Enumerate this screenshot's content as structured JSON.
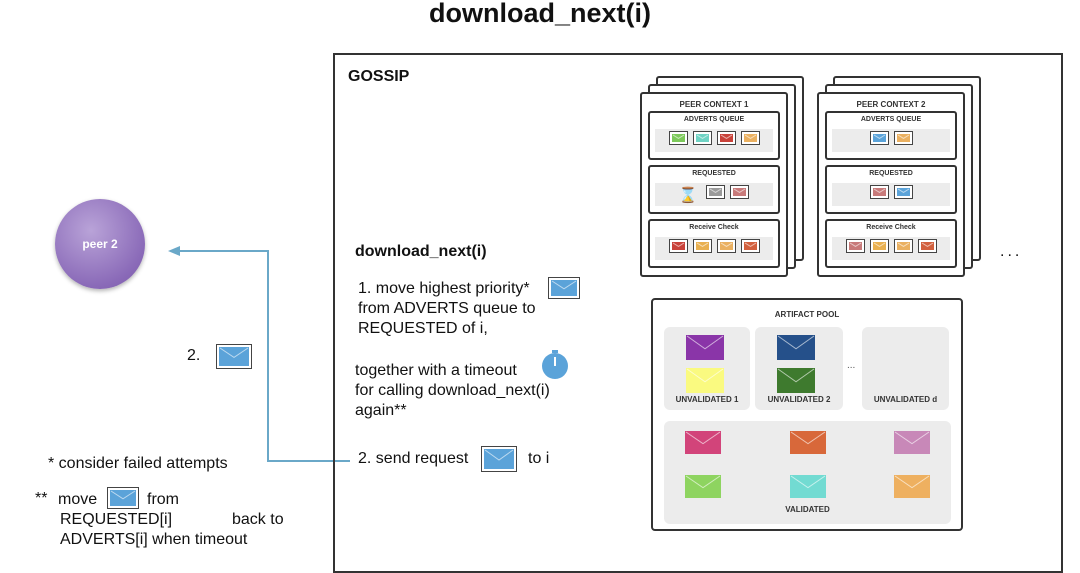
{
  "title": "download_next(i)",
  "gossip_label": "GOSSIP",
  "peer_node": "peer 2",
  "arrow_step_label": "2.",
  "procedure": {
    "heading": "download_next(i)",
    "step1_a": "1. move highest priority*",
    "step1_b": "from ADVERTS queue to",
    "step1_c": "REQUESTED of i,",
    "step1_d": "together with a timeout",
    "step1_e": "for calling download_next(i)",
    "step1_f": "again**",
    "step2_a": "2. send request",
    "step2_b": "to i"
  },
  "footnotes": {
    "note1": "* consider failed attempts",
    "note2_star": "**",
    "note2_a": "move",
    "note2_b": "from",
    "note2_c": "REQUESTED[i]",
    "note2_d": "back to",
    "note2_e": "ADVERTS[i] when timeout"
  },
  "message_color": "#5ba3d9",
  "arrow_color": "#6aa8c8",
  "peer_contexts": [
    {
      "title": "PEER CONTEXT 1",
      "sections": [
        {
          "label": "ADVERTS QUEUE",
          "hourglass": false,
          "envelopes": [
            "#7cc95a",
            "#6fd3c4",
            "#c9423a",
            "#eab060"
          ]
        },
        {
          "label": "REQUESTED",
          "hourglass": true,
          "envelopes": [
            "#9a9a9a",
            "#c87a7a"
          ]
        },
        {
          "label": "Receive Check",
          "hourglass": false,
          "envelopes": [
            "#c9423a",
            "#e9b050",
            "#eab060",
            "#d2603e"
          ]
        }
      ]
    },
    {
      "title": "PEER CONTEXT 2",
      "sections": [
        {
          "label": "ADVERTS QUEUE",
          "hourglass": false,
          "envelopes": [
            "#5ba3d9",
            "#eab060"
          ]
        },
        {
          "label": "REQUESTED",
          "hourglass": false,
          "envelopes": [
            "#c87a7a",
            "#5ba3d9"
          ]
        },
        {
          "label": "Receive Check",
          "hourglass": false,
          "envelopes": [
            "#c87a7a",
            "#e9b050",
            "#eab060",
            "#d2603e"
          ]
        }
      ]
    }
  ],
  "more_contexts": "...",
  "artifact_pool": {
    "title": "ARTIFACT POOL",
    "unvalidated": [
      {
        "label": "UNVALIDATED 1",
        "envelopes": [
          "#8a35a8",
          "#fafa80"
        ]
      },
      {
        "label": "UNVALIDATED 2",
        "envelopes": [
          "#25508a",
          "#3e7a2e"
        ]
      },
      {
        "label": "UNVALIDATED d",
        "envelopes": []
      }
    ],
    "ellipsis": "...",
    "validated_label": "VALIDATED",
    "validated": [
      "#d2447a",
      "#d8683a",
      "#c888b8",
      "#8ed460",
      "#72dbd2",
      "#eeb060"
    ]
  }
}
